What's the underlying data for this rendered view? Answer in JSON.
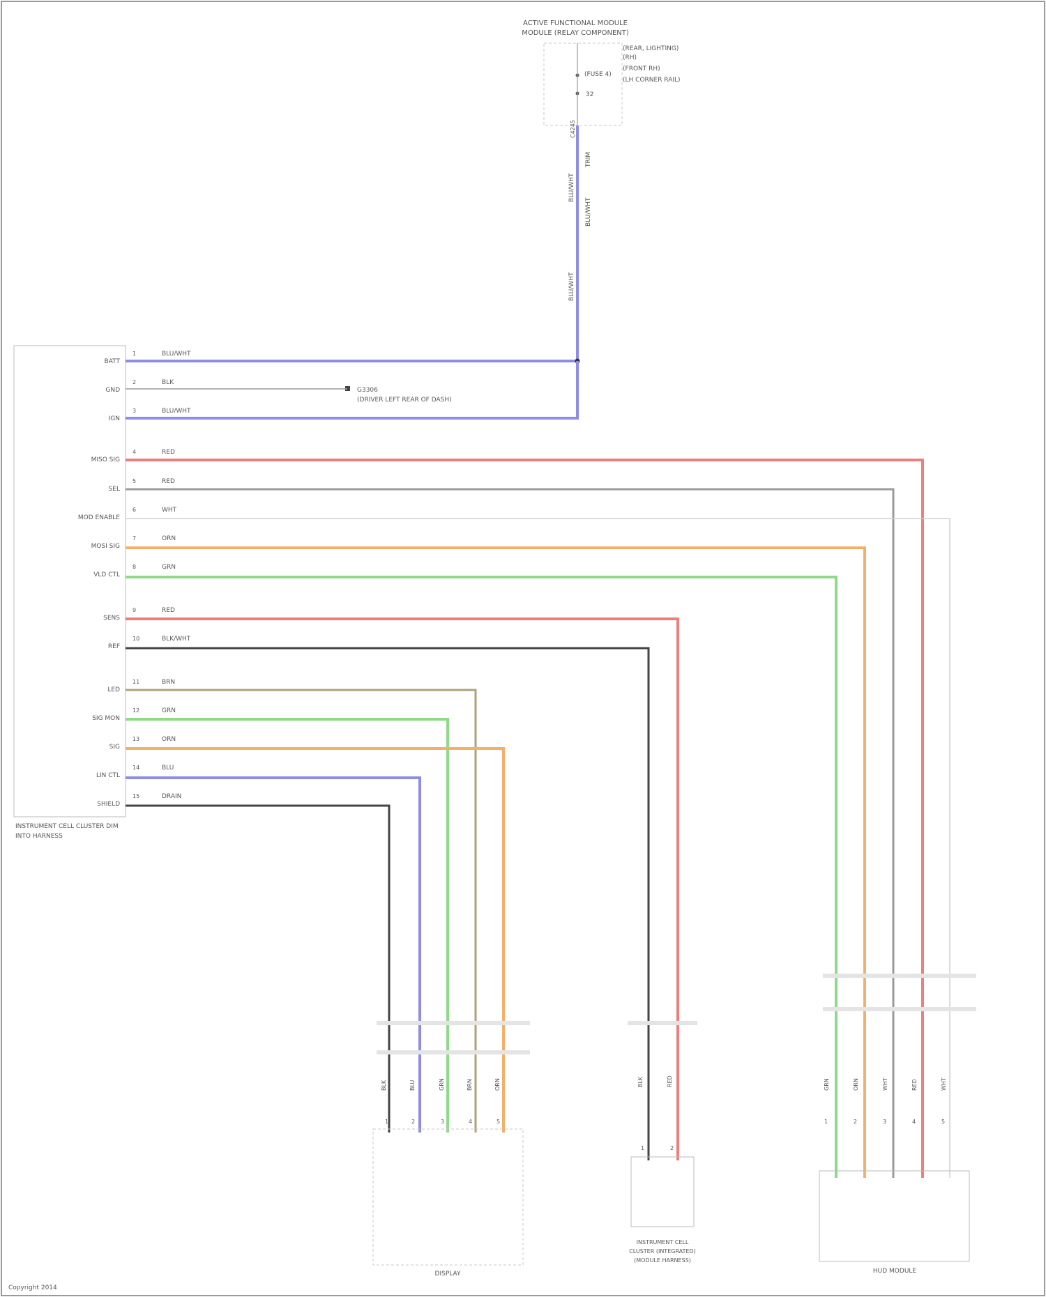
{
  "diagram": {
    "colors": {
      "blue": "#8f8ce6",
      "red": "#ef7d7d",
      "grey": "#9a9a9a",
      "light_grey": "#cfcfcf",
      "orange": "#f2b06a",
      "green": "#8fd98a",
      "dark": "#444444",
      "olive": "#b0a078",
      "frame": "#9a9a9a"
    },
    "top_component": {
      "title_lines": [
        "ACTIVE FUNCTIONAL MODULE",
        "MODULE (RELAY COMPONENT)"
      ],
      "side_notes": [
        "(REAR, LIGHTING)",
        "(RH)",
        "(FUSE 4)",
        "(FRONT RH)",
        "(LH CORNER RAIL)"
      ],
      "pin_labels": [
        "C4245",
        "32"
      ],
      "wire_labels": [
        "BLU/WHT",
        "TRIM",
        "BLU/WHT",
        "BLU/WHT"
      ]
    },
    "left_module": {
      "title_lines": [
        "INSTRUMENT CELL CLUSTER DIM",
        "INTO HARNESS"
      ],
      "pins": [
        {
          "name": "BATT",
          "num": "1",
          "wire": "BLU/WHT"
        },
        {
          "name": "GND",
          "num": "2",
          "wire": "BLK"
        },
        {
          "name": "IGN",
          "num": "3",
          "wire": "BLU/WHT"
        },
        {
          "name": "MISO SIG",
          "num": "4",
          "wire": "RED"
        },
        {
          "name": "SEL",
          "num": "5",
          "wire": "RED"
        },
        {
          "name": "MOD ENABLE",
          "num": "6",
          "wire": "WHT"
        },
        {
          "name": "MOSI SIG",
          "num": "7",
          "wire": "ORN"
        },
        {
          "name": "VLD CTL",
          "num": "8",
          "wire": "GRN"
        },
        {
          "name": "SENS",
          "num": "9",
          "wire": "RED"
        },
        {
          "name": "REF",
          "num": "10",
          "wire": "BLK/WHT"
        },
        {
          "name": "LED",
          "num": "11",
          "wire": "BRN"
        },
        {
          "name": "SIG MON",
          "num": "12",
          "wire": "GRN"
        },
        {
          "name": "SIG",
          "num": "13",
          "wire": "ORN"
        },
        {
          "name": "LIN CTL",
          "num": "14",
          "wire": "BLU"
        },
        {
          "name": "SHIELD",
          "num": "15",
          "wire": "DRAIN"
        }
      ]
    },
    "ground_note": [
      "G3306",
      "(DRIVER LEFT REAR OF DASH)"
    ],
    "connectors": [
      {
        "title": "DISPLAY",
        "pins": [
          "1",
          "2",
          "3",
          "4",
          "5"
        ],
        "wires": [
          "BLK",
          "BLU",
          "GRN",
          "BRN",
          "ORN"
        ]
      },
      {
        "title_lines": [
          "INSTRUMENT CELL",
          "CLUSTER (INTEGRATED)",
          "(MODULE HARNESS)"
        ],
        "pins": [
          "1",
          "2"
        ],
        "wires": [
          "BLK",
          "RED"
        ]
      },
      {
        "title": "HUD MODULE",
        "pins": [
          "1",
          "2",
          "3",
          "4",
          "5"
        ],
        "wires": [
          "GRN",
          "ORN",
          "WHT",
          "RED",
          "WHT"
        ]
      }
    ],
    "footer": "Copyright 2014"
  }
}
